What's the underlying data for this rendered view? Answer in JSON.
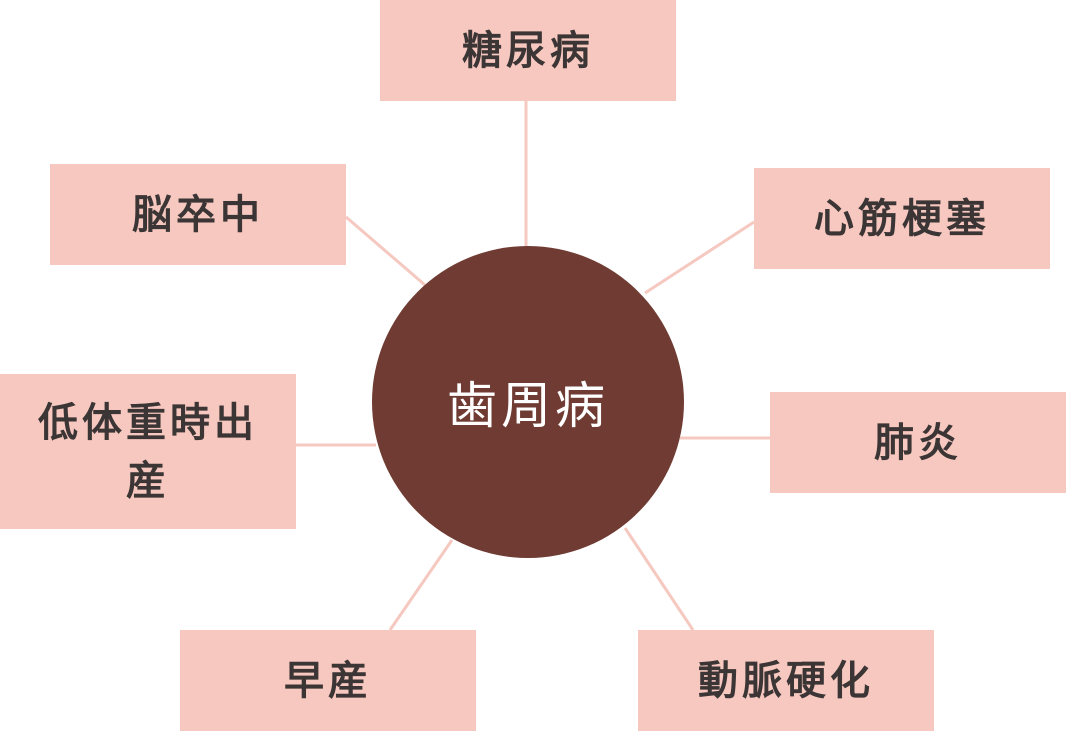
{
  "center": {
    "label": "歯周病"
  },
  "diseases": [
    {
      "label": "糖尿病"
    },
    {
      "label": "脳卒中"
    },
    {
      "label": "心筋梗塞"
    },
    {
      "label": "低体重時出産"
    },
    {
      "label": "肺炎"
    },
    {
      "label": "早産"
    },
    {
      "label": "動脈硬化"
    }
  ],
  "colors": {
    "box": "#f7c8bf",
    "center": "#6f3b33",
    "line": "#f5c8c0",
    "text": "#3b3535"
  }
}
